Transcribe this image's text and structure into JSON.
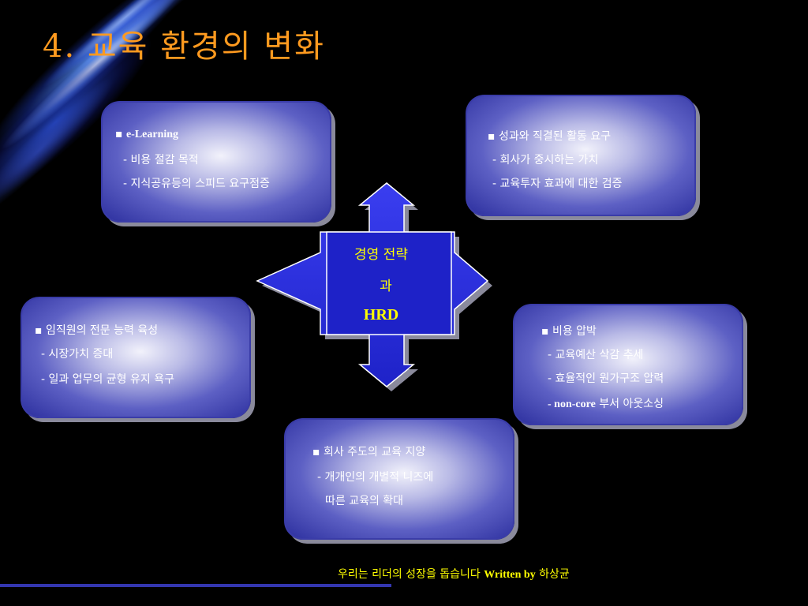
{
  "title": "4. 교육 환경의 변화",
  "center": {
    "line1": "경영 전략",
    "line2": "과",
    "line3": "HRD"
  },
  "boxes": {
    "top_left": {
      "heading": "e-Learning",
      "items": [
        "- 비용 절감 목적",
        "- 지식공유등의 스피드 요구점증"
      ]
    },
    "top_right": {
      "heading": "성과와 직결된 활동 요구",
      "items": [
        "- 회사가 중시하는 가치",
        "- 교육투자 효과에 대한 검증"
      ]
    },
    "mid_left": {
      "heading": "임직원의 전문 능력 육성",
      "items": [
        "- 시장가치 증대",
        "- 일과 업무의 균형 유지 욕구"
      ]
    },
    "mid_right": {
      "heading": "비용 압박",
      "items": [
        "- 교육예산 삭감 추세",
        "- 효율적인 원가구조 압력"
      ],
      "item3_prefix": "- non-core",
      "item3_rest": " 부서 아웃소싱"
    },
    "bottom": {
      "heading": "회사 주도의 교육 지양",
      "items": [
        "- 개개인의 개별적 니즈에",
        "따른 교육의 확대"
      ]
    }
  },
  "footer": {
    "text": "우리는 리더의 성장을 돕습니다 ",
    "written_by": "Written by",
    "author": " 하상균"
  },
  "colors": {
    "title": "#ff9a1f",
    "center_text": "#ffff00",
    "arrow": "#2a2ee0",
    "box_edge": "#3a3ca8",
    "footer": "#ffff00"
  }
}
